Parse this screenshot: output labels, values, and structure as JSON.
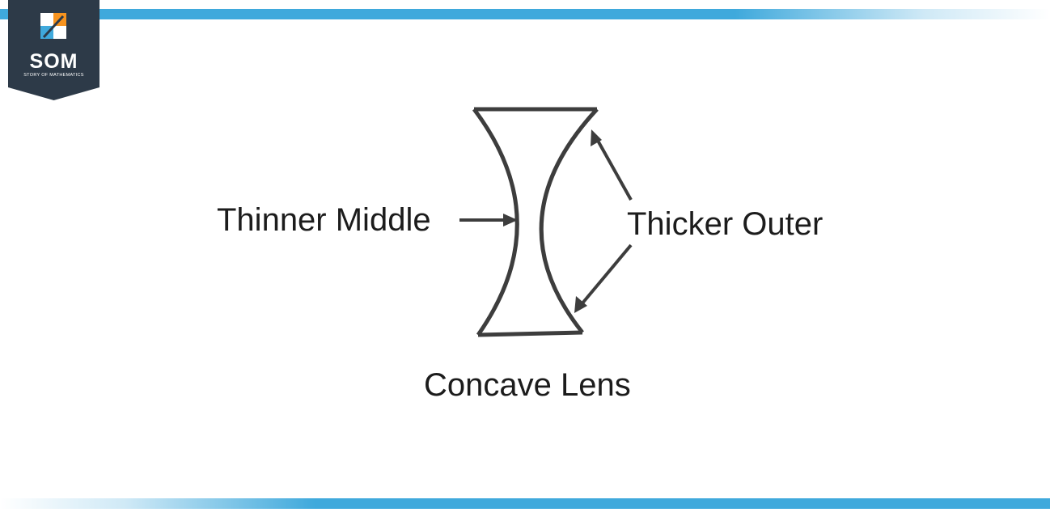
{
  "logo": {
    "text": "SOM",
    "subtitle": "STORY OF MATHEMATICS",
    "colors": {
      "background": "#2d3a48",
      "orange": "#f7931e",
      "blue": "#3fa9dc",
      "white": "#ffffff"
    }
  },
  "diagram": {
    "left_label": "Thinner Middle",
    "right_label": "Thicker Outer",
    "caption": "Concave Lens"
  },
  "colors": {
    "accent_bar": "#3fa9dc",
    "lens_stroke": "#3d3d3d",
    "text": "#1c1c1c"
  }
}
